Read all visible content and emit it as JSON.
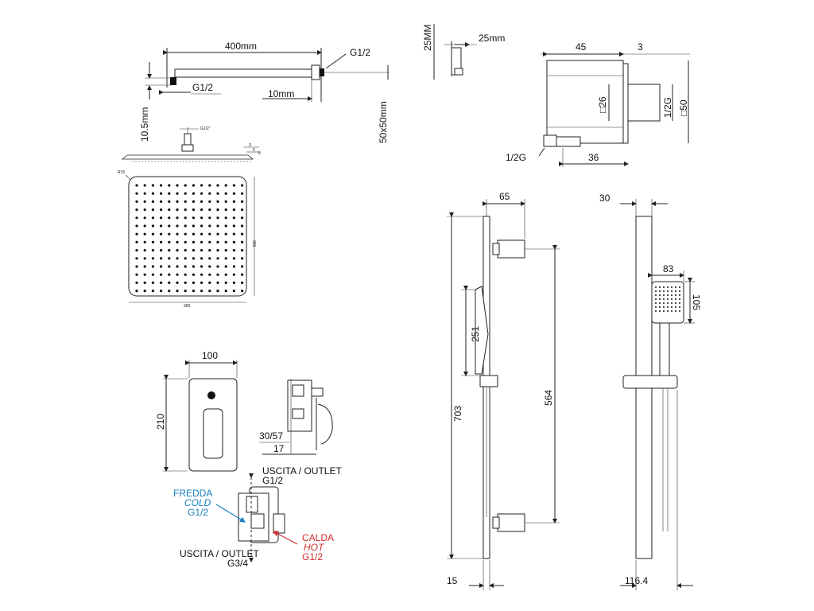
{
  "shower_arm": {
    "length": "400mm",
    "thread_top": "G1/2",
    "thread_left": "G1/2",
    "offset": "10mm",
    "height": "10.5mm",
    "section": "50x50mm"
  },
  "arm_bracket": {
    "height": "25MM",
    "depth": "25mm"
  },
  "wall_outlet": {
    "w1": "45",
    "w2": "3",
    "sq1": "□26",
    "thread": "1/2G",
    "sq2": "□50",
    "inlet": "1/2G",
    "depth": "36"
  },
  "shower_head": {
    "thread": "G1/2\"",
    "h1": "3",
    "h2": "5",
    "h3": "8",
    "corner": "R15",
    "height": "300",
    "width": "300"
  },
  "rail": {
    "width": "65",
    "depth": "30",
    "hand_width": "83",
    "hand_height": "105",
    "slider_range": "251",
    "total_height": "703",
    "bracket_spacing": "564",
    "wall_offset": "15",
    "projection": "116.4"
  },
  "mixer": {
    "width": "100",
    "height": "210",
    "depth": "30/57",
    "plate": "17"
  },
  "connections": {
    "outlet_top": "USCITA / OUTLET",
    "outlet_top_size": "G1/2",
    "cold_it": "FREDDA",
    "cold_en": "COLD",
    "cold_size": "G1/2",
    "hot_it": "CALDA",
    "hot_en": "HOT",
    "hot_size": "G1/2",
    "outlet_bottom": "USCITA / OUTLET",
    "outlet_bottom_size": "G3/4"
  },
  "colors": {
    "cold": "#1a82c4",
    "hot": "#d42b2b",
    "line": "#222222"
  }
}
